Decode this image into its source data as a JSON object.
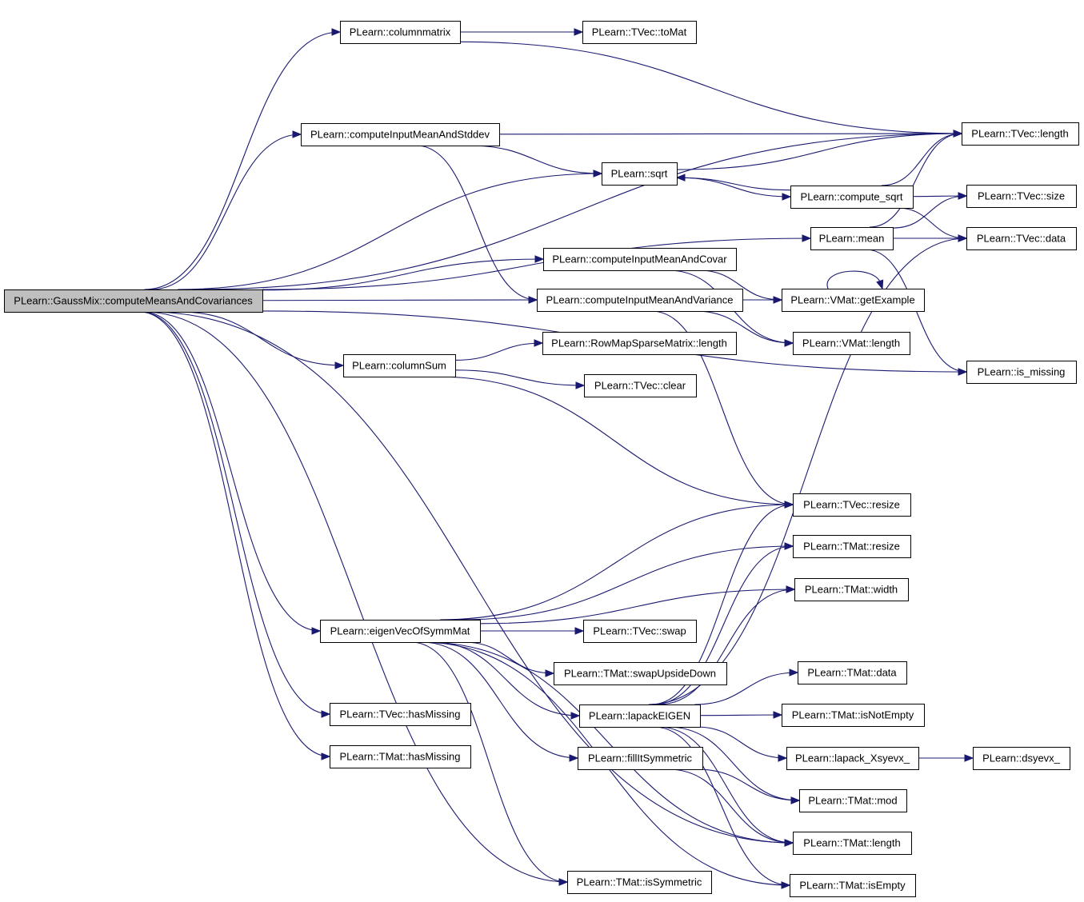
{
  "graph": {
    "edge_color": "#191970",
    "root_fill": "#bfbfbf",
    "nodes": [
      {
        "id": "root",
        "label": "PLearn::GaussMix::computeMeansAndCovariances"
      },
      {
        "id": "columnmatrix",
        "label": "PLearn::columnmatrix"
      },
      {
        "id": "tvec_tomat",
        "label": "PLearn::TVec::toMat"
      },
      {
        "id": "cims",
        "label": "PLearn::computeInputMeanAndStddev"
      },
      {
        "id": "tvec_length",
        "label": "PLearn::TVec::length"
      },
      {
        "id": "sqrt",
        "label": "PLearn::sqrt"
      },
      {
        "id": "compute_sqrt",
        "label": "PLearn::compute_sqrt"
      },
      {
        "id": "tvec_size",
        "label": "PLearn::TVec::size"
      },
      {
        "id": "mean",
        "label": "PLearn::mean"
      },
      {
        "id": "tvec_data",
        "label": "PLearn::TVec::data"
      },
      {
        "id": "cimc",
        "label": "PLearn::computeInputMeanAndCovar"
      },
      {
        "id": "cimv",
        "label": "PLearn::computeInputMeanAndVariance"
      },
      {
        "id": "vmat_getexample",
        "label": "PLearn::VMat::getExample"
      },
      {
        "id": "rowmap_length",
        "label": "PLearn::RowMapSparseMatrix::length"
      },
      {
        "id": "vmat_length",
        "label": "PLearn::VMat::length"
      },
      {
        "id": "columnsum",
        "label": "PLearn::columnSum"
      },
      {
        "id": "tvec_clear",
        "label": "PLearn::TVec::clear"
      },
      {
        "id": "is_missing",
        "label": "PLearn::is_missing"
      },
      {
        "id": "tvec_resize",
        "label": "PLearn::TVec::resize"
      },
      {
        "id": "tmat_resize",
        "label": "PLearn::TMat::resize"
      },
      {
        "id": "tmat_width",
        "label": "PLearn::TMat::width"
      },
      {
        "id": "eigen",
        "label": "PLearn::eigenVecOfSymmMat"
      },
      {
        "id": "tvec_swap",
        "label": "PLearn::TVec::swap"
      },
      {
        "id": "tmat_swapud",
        "label": "PLearn::TMat::swapUpsideDown"
      },
      {
        "id": "tmat_data",
        "label": "PLearn::TMat::data"
      },
      {
        "id": "lapack_eigen",
        "label": "PLearn::lapackEIGEN"
      },
      {
        "id": "tmat_isnotempty",
        "label": "PLearn::TMat::isNotEmpty"
      },
      {
        "id": "tvec_hasmissing",
        "label": "PLearn::TVec::hasMissing"
      },
      {
        "id": "lapack_xsyevx",
        "label": "PLearn::lapack_Xsyevx_"
      },
      {
        "id": "dsyevx",
        "label": "PLearn::dsyevx_"
      },
      {
        "id": "tmat_hasmissing",
        "label": "PLearn::TMat::hasMissing"
      },
      {
        "id": "fillsym",
        "label": "PLearn::fillItSymmetric"
      },
      {
        "id": "tmat_mod",
        "label": "PLearn::TMat::mod"
      },
      {
        "id": "tmat_length",
        "label": "PLearn::TMat::length"
      },
      {
        "id": "tmat_isempty",
        "label": "PLearn::TMat::isEmpty"
      },
      {
        "id": "tmat_issym",
        "label": "PLearn::TMat::isSymmetric"
      }
    ],
    "edges": [
      [
        "root",
        "columnmatrix"
      ],
      [
        "root",
        "tvec_length"
      ],
      [
        "root",
        "cims"
      ],
      [
        "root",
        "sqrt"
      ],
      [
        "root",
        "mean"
      ],
      [
        "root",
        "cimc"
      ],
      [
        "root",
        "cimv"
      ],
      [
        "root",
        "columnsum"
      ],
      [
        "root",
        "is_missing"
      ],
      [
        "root",
        "eigen"
      ],
      [
        "root",
        "tvec_hasmissing"
      ],
      [
        "root",
        "tmat_hasmissing"
      ],
      [
        "root",
        "tmat_issym"
      ],
      [
        "root",
        "tmat_length"
      ],
      [
        "columnmatrix",
        "tvec_tomat"
      ],
      [
        "columnmatrix",
        "tvec_length"
      ],
      [
        "cims",
        "tvec_length"
      ],
      [
        "cims",
        "sqrt"
      ],
      [
        "cims",
        "cimv"
      ],
      [
        "sqrt",
        "tvec_length"
      ],
      [
        "sqrt",
        "compute_sqrt"
      ],
      [
        "compute_sqrt",
        "sqrt"
      ],
      [
        "compute_sqrt",
        "tvec_length"
      ],
      [
        "compute_sqrt",
        "tvec_size"
      ],
      [
        "compute_sqrt",
        "tvec_data"
      ],
      [
        "mean",
        "tvec_length"
      ],
      [
        "mean",
        "tvec_size"
      ],
      [
        "mean",
        "tvec_data"
      ],
      [
        "mean",
        "is_missing"
      ],
      [
        "cimc",
        "vmat_getexample"
      ],
      [
        "cimc",
        "vmat_length"
      ],
      [
        "cimv",
        "vmat_getexample"
      ],
      [
        "cimv",
        "vmat_length"
      ],
      [
        "cimv",
        "tvec_resize"
      ],
      [
        "vmat_getexample",
        "vmat_getexample"
      ],
      [
        "columnsum",
        "rowmap_length"
      ],
      [
        "columnsum",
        "tvec_clear"
      ],
      [
        "columnsum",
        "tvec_resize"
      ],
      [
        "eigen",
        "tvec_resize"
      ],
      [
        "eigen",
        "tmat_resize"
      ],
      [
        "eigen",
        "tmat_width"
      ],
      [
        "eigen",
        "tvec_swap"
      ],
      [
        "eigen",
        "tmat_swapud"
      ],
      [
        "eigen",
        "lapack_eigen"
      ],
      [
        "eigen",
        "fillsym"
      ],
      [
        "eigen",
        "tmat_length"
      ],
      [
        "eigen",
        "tmat_isempty"
      ],
      [
        "eigen",
        "tmat_issym"
      ],
      [
        "lapack_eigen",
        "tvec_resize"
      ],
      [
        "lapack_eigen",
        "tmat_resize"
      ],
      [
        "lapack_eigen",
        "tmat_width"
      ],
      [
        "lapack_eigen",
        "tvec_data"
      ],
      [
        "lapack_eigen",
        "tmat_data"
      ],
      [
        "lapack_eigen",
        "tmat_isnotempty"
      ],
      [
        "lapack_eigen",
        "lapack_xsyevx"
      ],
      [
        "lapack_eigen",
        "tmat_mod"
      ],
      [
        "lapack_eigen",
        "tmat_length"
      ],
      [
        "lapack_eigen",
        "tmat_isempty"
      ],
      [
        "lapack_xsyevx",
        "dsyevx"
      ],
      [
        "fillsym",
        "tmat_mod"
      ],
      [
        "fillsym",
        "tmat_length"
      ]
    ]
  }
}
